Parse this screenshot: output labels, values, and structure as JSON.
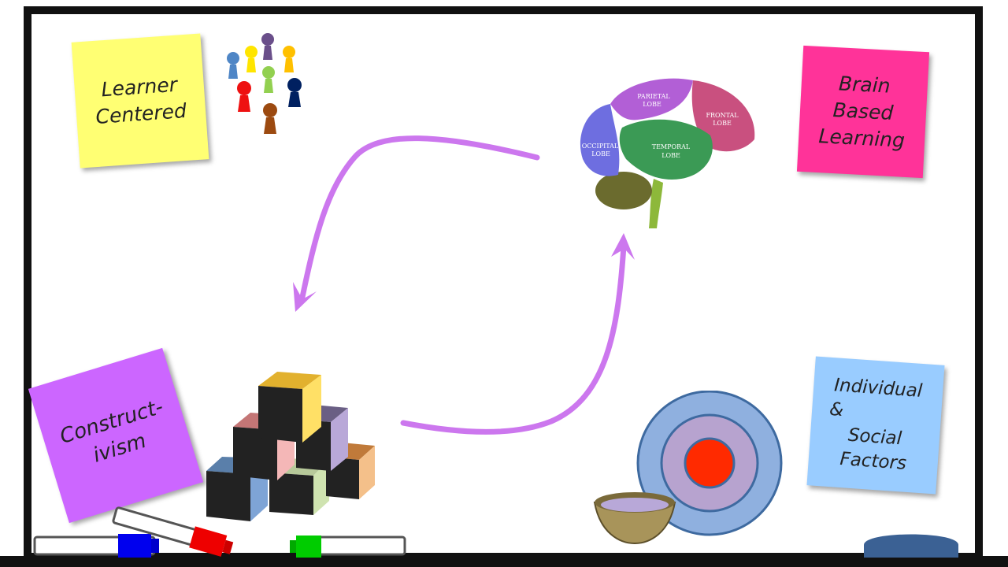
{
  "notes": {
    "learner_centered": [
      "Learner",
      "Centered"
    ],
    "brain_based": [
      "Brain",
      "Based",
      "Learning"
    ],
    "constructivism": [
      "Construct-",
      "ivism"
    ],
    "individual_social": [
      "Individual",
      "&",
      "Social",
      "Factors"
    ]
  },
  "brain_labels": {
    "parietal": [
      "PARIETAL",
      "LOBE"
    ],
    "frontal": [
      "FRONTAL",
      "LOBE"
    ],
    "occipital": [
      "OCCIPITAL",
      "LOBE"
    ],
    "temporal": [
      "TEMPORAL",
      "LOBE"
    ]
  },
  "colors": {
    "arrow": "#cc77ee",
    "note_yellow": "#ffff73",
    "note_pink": "#ff3399",
    "note_purple": "#cc66ff",
    "note_blue": "#99ccff"
  },
  "icons": [
    "people-pawns-icon",
    "brain-icon",
    "blocks-icon",
    "target-icon",
    "bowl-icon",
    "markers-icon",
    "eraser-icon"
  ]
}
